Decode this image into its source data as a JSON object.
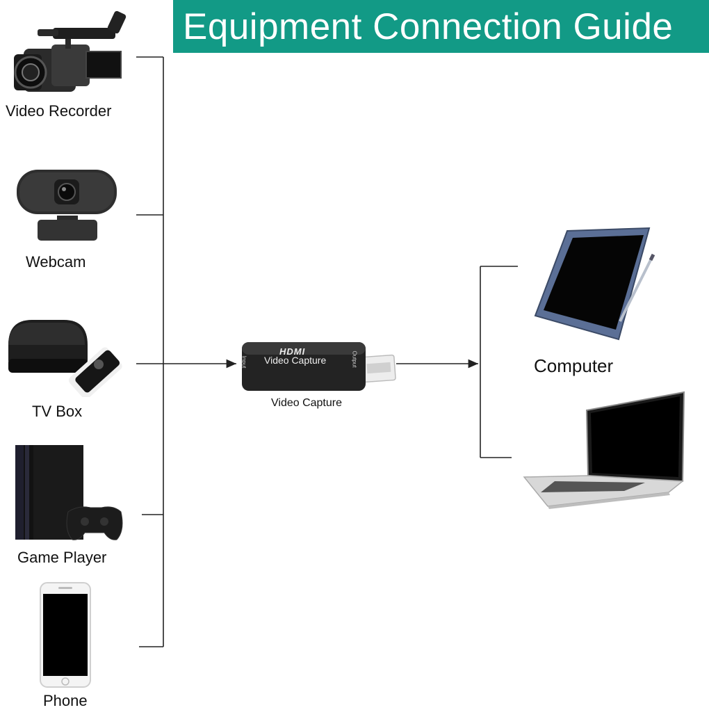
{
  "title": "Equipment Connection Guide",
  "inputs": [
    {
      "label": "Video Recorder",
      "icon": "video-recorder-icon"
    },
    {
      "label": "Webcam",
      "icon": "webcam-icon"
    },
    {
      "label": "TV Box",
      "icon": "tv-box-icon"
    },
    {
      "label": "Game Player",
      "icon": "game-console-icon"
    },
    {
      "label": "Phone",
      "icon": "phone-icon"
    }
  ],
  "capture": {
    "label": "Video Capture",
    "brand": "HDMI",
    "device_text": "Video Capture",
    "input_port": "Input",
    "output_port": "Output"
  },
  "outputs": [
    {
      "label": "Computer",
      "icon": "tablet-icon"
    },
    {
      "icon": "laptop-icon"
    }
  ],
  "colors": {
    "banner": "#129a86",
    "lines": "#222222"
  }
}
